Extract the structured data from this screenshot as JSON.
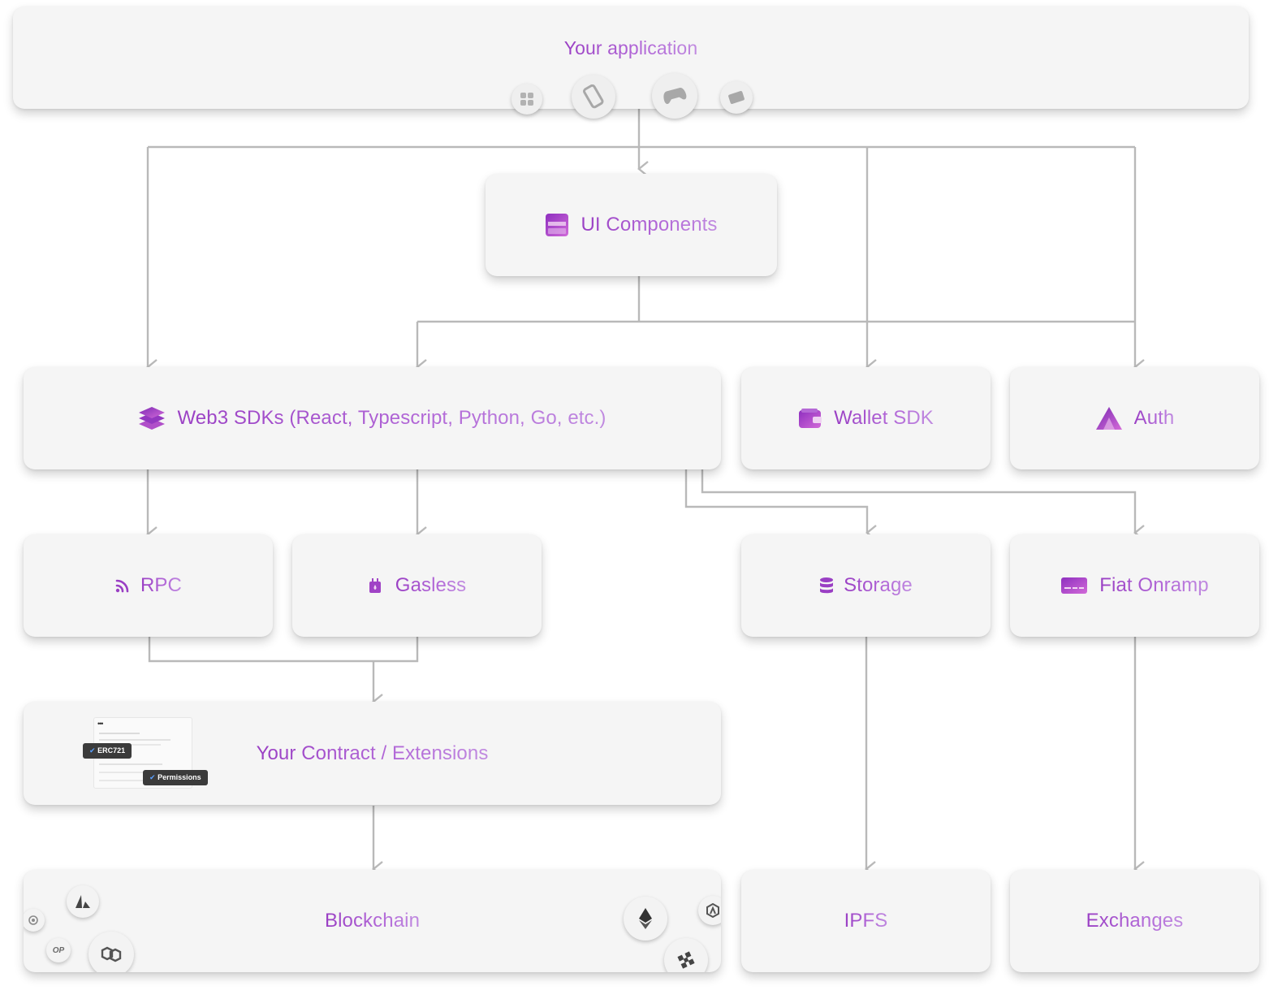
{
  "nodes": {
    "app": "Your application",
    "ui": "UI Components",
    "sdk": "Web3 SDKs (React, Typescript, Python, Go, etc.)",
    "wallet": "Wallet SDK",
    "auth": "Auth",
    "rpc": "RPC",
    "gasless": "Gasless",
    "storage": "Storage",
    "fiat": "Fiat Onramp",
    "contract": "Your Contract / Extensions",
    "chain": "Blockchain",
    "ipfs": "IPFS",
    "exchanges": "Exchanges"
  },
  "contract_preview": {
    "tag1": "ERC721",
    "tag2": "Permissions"
  },
  "colors": {
    "accent_start": "#9a3fc4",
    "accent_end": "#c08ae0",
    "wire": "#b9b9b9",
    "box": "#f5f5f5"
  },
  "icons": [
    "apps-icon",
    "mobile-icon",
    "gamepad-icon",
    "card-icon",
    "ui-components-icon",
    "layers-icon",
    "wallet-icon",
    "auth-icon",
    "rpc-icon",
    "gas-pump-icon",
    "database-icon",
    "credit-card-icon",
    "avalanche-icon",
    "ethereum-icon",
    "arbitrum-icon",
    "polygon-icon",
    "bnb-icon",
    "optimism-icon",
    "celo-icon"
  ]
}
